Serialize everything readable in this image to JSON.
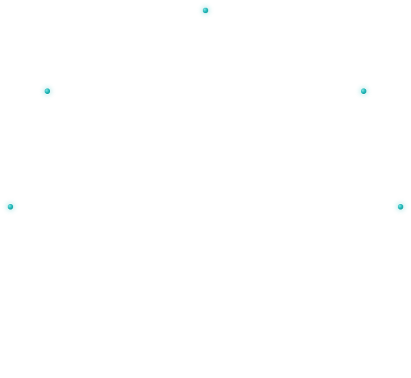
{
  "colors": {
    "background": "#ffffff",
    "dot_accent": "#23b8b8"
  },
  "dots": [
    {
      "name": "dot-top"
    },
    {
      "name": "dot-upper-left"
    },
    {
      "name": "dot-upper-right"
    },
    {
      "name": "dot-lower-left"
    },
    {
      "name": "dot-lower-right"
    }
  ]
}
